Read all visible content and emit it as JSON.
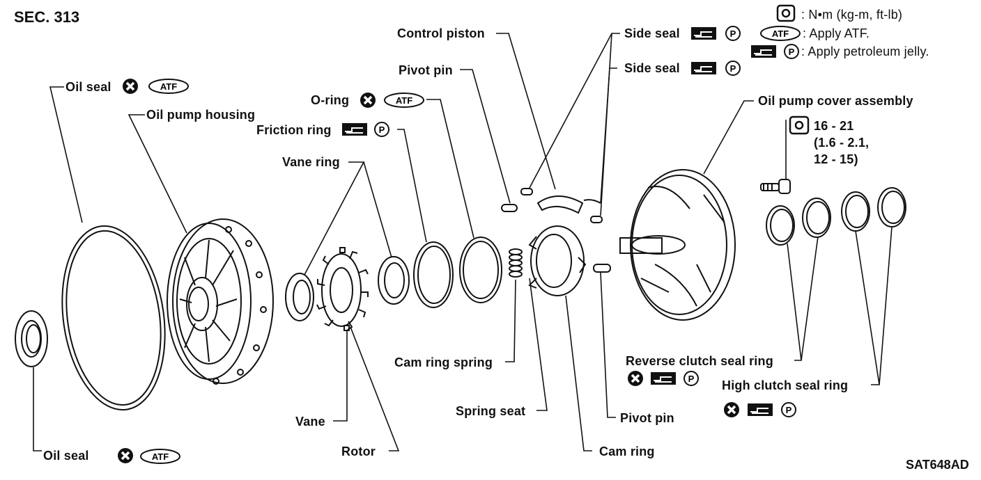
{
  "section": "SEC. 313",
  "figure_code": "SAT648AD",
  "legend": [
    {
      "icon": "torque-wrench-icon",
      "text": ": N•m (kg-m, ft-lb)"
    },
    {
      "icon": "atf-oval-icon",
      "text": ": Apply ATF."
    },
    {
      "icon": "petroleum-jelly-icon",
      "text": ": Apply petroleum jelly."
    }
  ],
  "icon_text": {
    "atf": "ATF",
    "petroleum": "P"
  },
  "torque": {
    "line1": "16 - 21",
    "line2": "(1.6 - 2.1,",
    "line3": "12 - 15)"
  },
  "labels": {
    "oil_seal_top": "Oil seal",
    "oil_seal_bottom": "Oil seal",
    "oil_pump_housing": "Oil pump housing",
    "o_ring": "O-ring",
    "friction_ring": "Friction ring",
    "vane_ring": "Vane ring",
    "control_piston": "Control piston",
    "pivot_pin_top": "Pivot pin",
    "side_seal_1": "Side seal",
    "side_seal_2": "Side seal",
    "oil_pump_cover_assembly": "Oil pump cover assembly",
    "cam_ring_spring": "Cam ring spring",
    "spring_seat": "Spring seat",
    "pivot_pin_bottom": "Pivot pin",
    "cam_ring": "Cam ring",
    "vane": "Vane",
    "rotor": "Rotor",
    "reverse_clutch_seal_ring": "Reverse clutch seal ring",
    "high_clutch_seal_ring": "High clutch seal ring"
  }
}
